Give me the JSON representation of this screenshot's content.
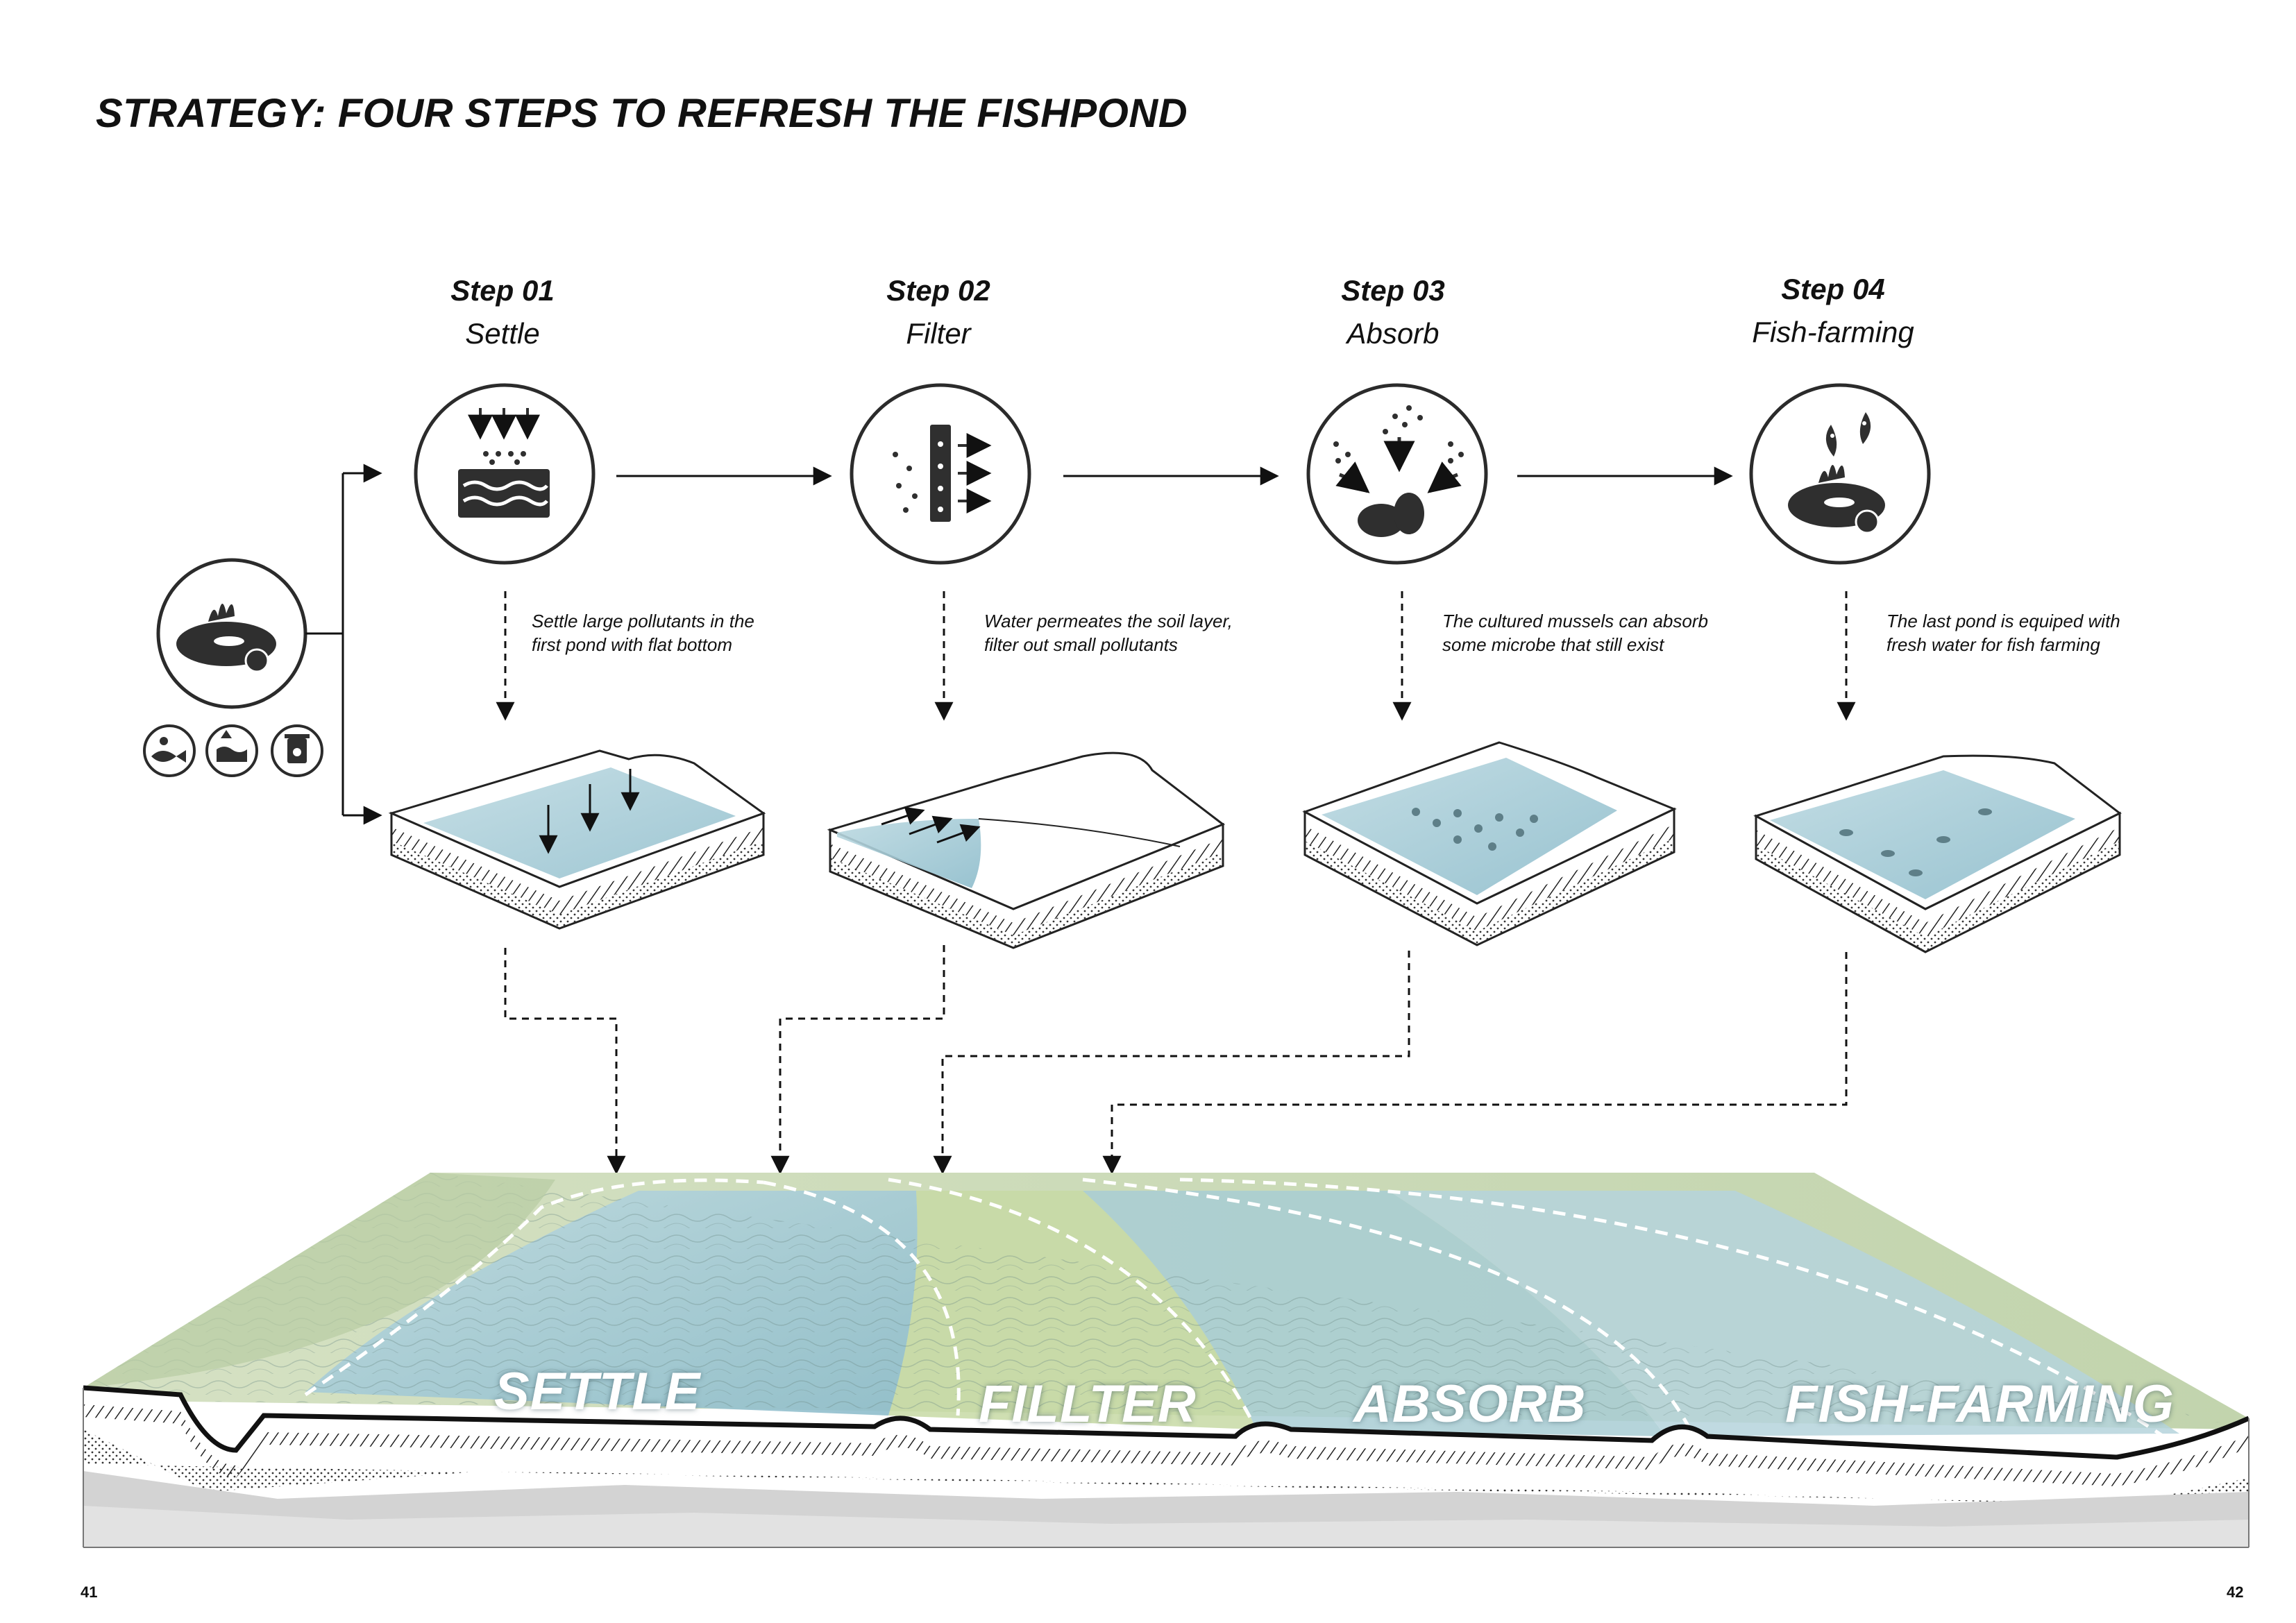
{
  "title": "STRATEGY: FOUR STEPS TO REFRESH THE FISHPOND",
  "steps": [
    {
      "number": "Step 01",
      "name": "Settle",
      "icon": "settle-icon",
      "description_line1": "Settle large pollutants in the",
      "description_line2": "first pond with flat bottom"
    },
    {
      "number": "Step 02",
      "name": "Filter",
      "icon": "filter-icon",
      "description_line1": "Water permeates the soil layer,",
      "description_line2": "filter out small pollutants"
    },
    {
      "number": "Step 03",
      "name": "Absorb",
      "icon": "absorb-icon",
      "description_line1": "The cultured mussels can absorb",
      "description_line2": "some microbe that still exist"
    },
    {
      "number": "Step 04",
      "name": "Fish-farming",
      "icon": "fish-farming-icon",
      "description_line1": "The last pond is equiped with",
      "description_line2": "fresh water for fish farming"
    }
  ],
  "source_icons": [
    "pond-icon",
    "dead-fish-icon",
    "polluted-water-icon",
    "waste-bin-icon"
  ],
  "zones": [
    "SETTLE",
    "FILLTER",
    "ABSORB",
    "FISH-FARMING"
  ],
  "page_numbers": {
    "left": "41",
    "right": "42"
  },
  "colors": {
    "water": "#a9cdd9",
    "water_dark": "#6fa4b4",
    "land": "#cfdcbc",
    "land_dark": "#93ad85",
    "ink": "#2b2b2b"
  }
}
